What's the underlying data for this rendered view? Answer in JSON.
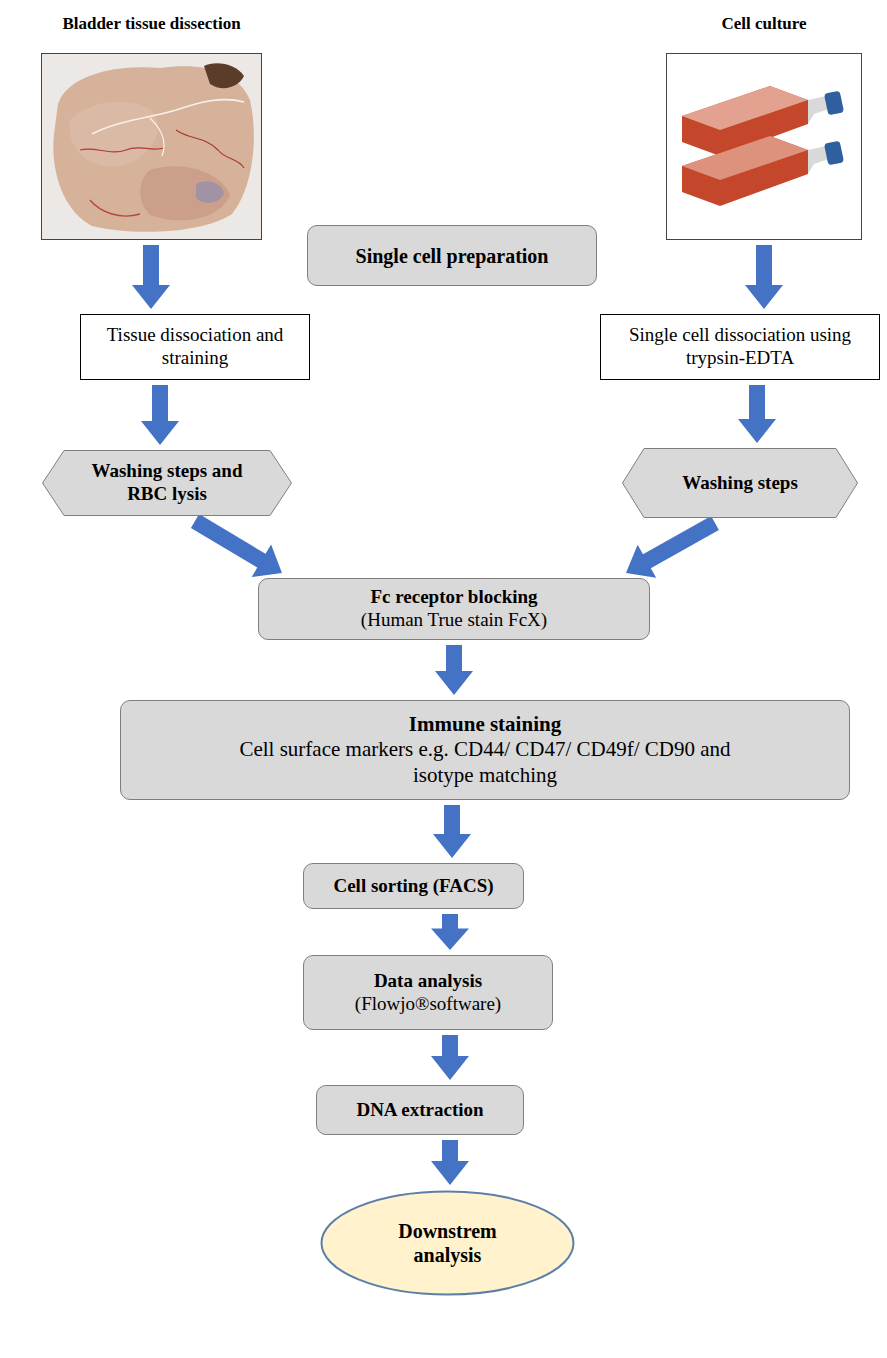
{
  "diagram": {
    "nodes": [
      {
        "text": [
          "Bladder tissue dissection"
        ]
      },
      {
        "text": [
          "Cell culture"
        ]
      },
      {
        "text": [
          "Single cell preparation"
        ]
      },
      {
        "text": [
          "Tissue dissociation and straining"
        ]
      },
      {
        "text": [
          "Single cell dissociation using trypsin-EDTA"
        ]
      },
      {
        "text": [
          "Washing steps and RBC lysis"
        ]
      },
      {
        "text": [
          "Washing steps"
        ]
      },
      {
        "text": [
          "Fc receptor blocking",
          "(Human True stain FcX)"
        ]
      },
      {
        "text": [
          "Immune staining",
          "Cell surface markers e.g. CD44/ CD47/ CD49f/ CD90 and isotype matching"
        ]
      },
      {
        "text": [
          "Cell sorting (FACS)"
        ]
      },
      {
        "text": [
          "Data analysis",
          "(Flowjo®software)"
        ]
      },
      {
        "text": [
          "DNA extraction"
        ]
      },
      {
        "text": [
          "Downstrem analysis"
        ]
      }
    ],
    "edges": [
      {
        "from": 0,
        "to": 3,
        "arrow": "to"
      },
      {
        "from": 1,
        "to": 4,
        "arrow": "to"
      },
      {
        "from": 3,
        "to": 5,
        "arrow": "to"
      },
      {
        "from": 4,
        "to": 6,
        "arrow": "to"
      },
      {
        "from": 5,
        "to": 7,
        "arrow": "to"
      },
      {
        "from": 6,
        "to": 7,
        "arrow": "to"
      },
      {
        "from": 7,
        "to": 8,
        "arrow": "to"
      },
      {
        "from": 8,
        "to": 9,
        "arrow": "to"
      },
      {
        "from": 9,
        "to": 10,
        "arrow": "to"
      },
      {
        "from": 10,
        "to": 11,
        "arrow": "to"
      },
      {
        "from": 11,
        "to": 12,
        "arrow": "to"
      }
    ]
  }
}
